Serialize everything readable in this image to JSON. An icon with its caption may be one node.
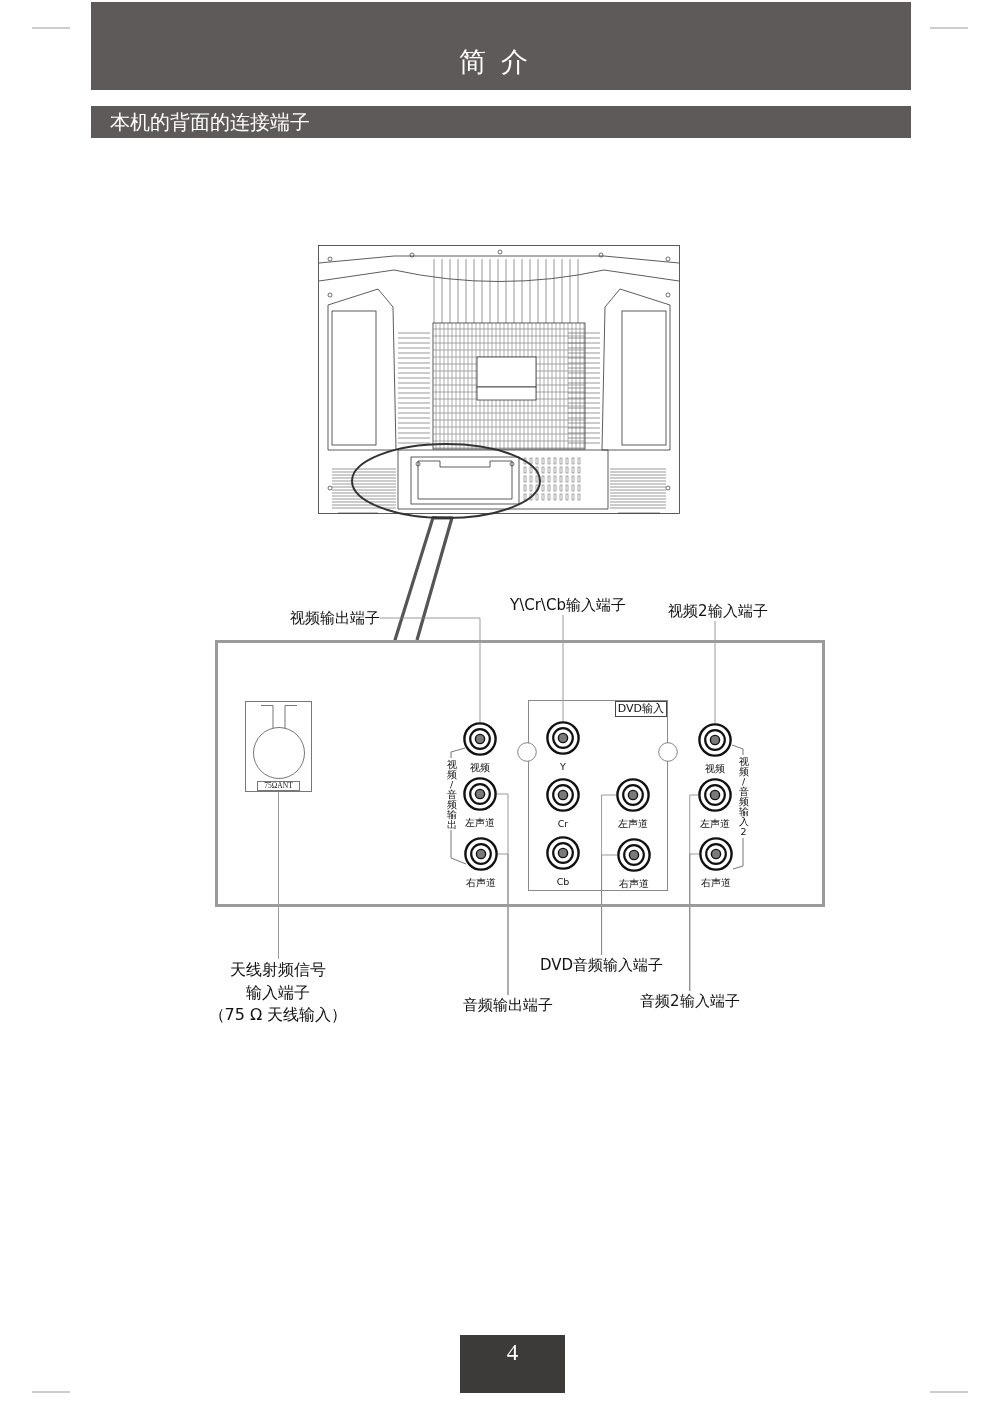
{
  "diagram": {
    "title": "简介",
    "nodes": [
      {
        "text": [],
        "shape": "picture"
      },
      {
        "text": [],
        "shape": "ellipse",
        "in": 0
      },
      {
        "text": [
          "视频输出端子"
        ]
      },
      {
        "text": [
          "Y\\Cr\\Cb输入端子"
        ]
      },
      {
        "text": [
          "视频2输入端子"
        ]
      },
      {
        "text": [],
        "shape": "box"
      },
      {
        "text": [
          "75ΩANT"
        ],
        "in": 5
      },
      {
        "text": [
          "视频"
        ],
        "in": 5
      },
      {
        "text": [
          "左声道"
        ],
        "in": 5
      },
      {
        "text": [
          "右声道"
        ],
        "in": 5
      },
      {
        "text": [
          "DVD输入"
        ],
        "in": 5
      },
      {
        "text": [
          "Y"
        ],
        "in": 10
      },
      {
        "text": [
          "Cr"
        ],
        "in": 10
      },
      {
        "text": [
          "Cb"
        ],
        "in": 10
      },
      {
        "text": [
          "左声道"
        ],
        "in": 10
      },
      {
        "text": [
          "右声道"
        ],
        "in": 10
      },
      {
        "text": [
          "视频"
        ],
        "in": 5
      },
      {
        "text": [
          "左声道"
        ],
        "in": 5
      },
      {
        "text": [
          "右声道"
        ],
        "in": 5
      },
      {
        "text": [
          "天线射频信号输入端子",
          "（75 Ω 天线输入）"
        ]
      },
      {
        "text": [
          "DVD音频输入端子"
        ]
      },
      {
        "text": [
          "音频输出端子"
        ]
      },
      {
        "text": [
          "音频2输入端子"
        ]
      }
    ],
    "edges": [
      {
        "from": 1,
        "to": 5,
        "arrow": "none",
        "style": "thick",
        "color": "#555555"
      },
      {
        "from": 2,
        "to": 7,
        "arrow": "none"
      },
      {
        "from": 3,
        "to": 11,
        "arrow": "none"
      },
      {
        "from": 4,
        "to": 16,
        "arrow": "none"
      },
      {
        "from": 19,
        "to": 6,
        "arrow": "none"
      },
      {
        "from": 20,
        "to": 14,
        "arrow": "none"
      },
      {
        "from": 20,
        "to": 15,
        "arrow": "none"
      },
      {
        "from": 21,
        "to": 8,
        "arrow": "none"
      },
      {
        "from": 21,
        "to": 9,
        "arrow": "none"
      },
      {
        "from": 22,
        "to": 17,
        "arrow": "none"
      },
      {
        "from": 22,
        "to": 18,
        "arrow": "none"
      }
    ],
    "labels": [
      "本机的背面的连接端子",
      "视频/音频输出",
      "视频/音频输入2",
      "4"
    ]
  }
}
